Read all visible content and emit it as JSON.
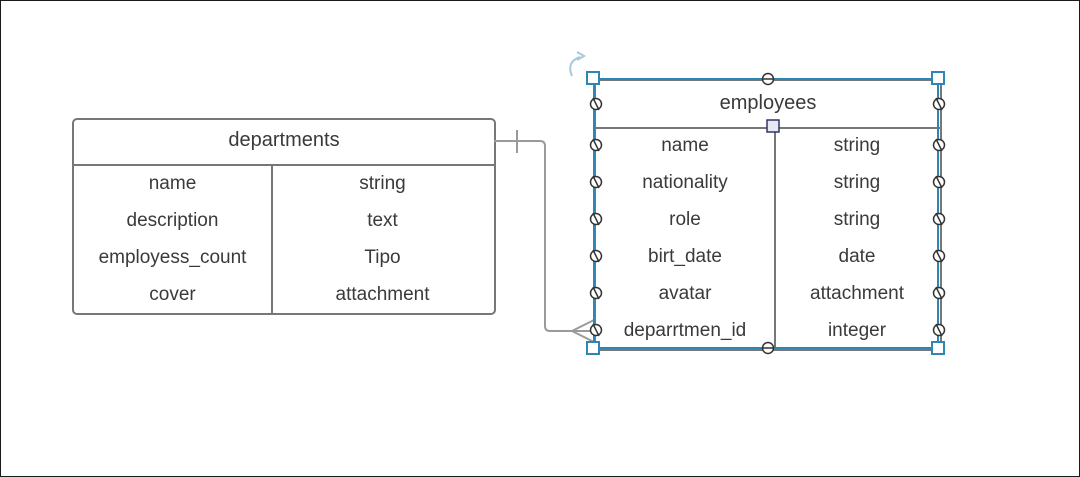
{
  "diagram": {
    "departments": {
      "title": "departments",
      "rows": [
        {
          "name": "name",
          "type": "string"
        },
        {
          "name": "description",
          "type": "text"
        },
        {
          "name": "employess_count",
          "type": "Tipo"
        },
        {
          "name": "cover",
          "type": "attachment"
        }
      ]
    },
    "employees": {
      "title": "employees",
      "rows": [
        {
          "name": "name",
          "type": "string"
        },
        {
          "name": "nationality",
          "type": "string"
        },
        {
          "name": "role",
          "type": "string"
        },
        {
          "name": "birt_date",
          "type": "date"
        },
        {
          "name": "avatar",
          "type": "attachment"
        },
        {
          "name": "deparrtmen_id",
          "type": "integer"
        }
      ]
    },
    "relationship": {
      "from_entity": "departments",
      "to_entity": "employees",
      "from_cardinality": "one",
      "to_cardinality": "many"
    },
    "colors": {
      "selection": "#2e86b4",
      "handle_fill": "#ffffff",
      "handle_stroke": "#2e86b4",
      "border": "#777777",
      "connector": "#9a9a9a",
      "rotate_icon": "#a9c8dc"
    }
  }
}
